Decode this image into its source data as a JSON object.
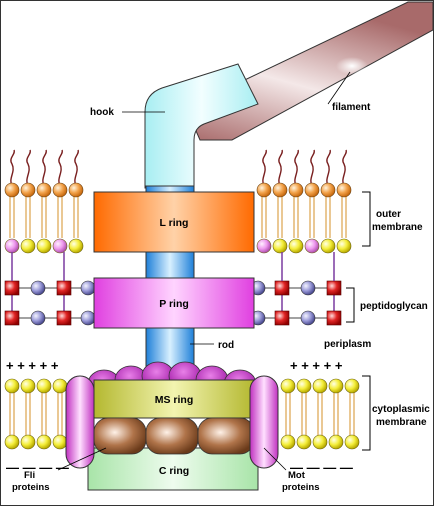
{
  "labels": {
    "hook": "hook",
    "filament": "filament",
    "l_ring": "L ring",
    "p_ring": "P ring",
    "ms_ring": "MS ring",
    "c_ring": "C ring",
    "rod": "rod",
    "outer_membrane_1": "outer",
    "outer_membrane_2": "membrane",
    "peptidoglycan": "peptidoglycan",
    "periplasm": "periplasm",
    "cytoplasmic_membrane_1": "cytoplasmic",
    "cytoplasmic_membrane_2": "membrane",
    "fli_proteins_1": "Fli",
    "fli_proteins_2": "proteins",
    "mot_proteins_1": "Mot",
    "mot_proteins_2": "proteins"
  },
  "charges": {
    "positive": "+ + + + +",
    "negative": "— — — —"
  },
  "colors": {
    "l_ring": "#ff7a1f",
    "p_ring": "#ee66ee",
    "ms_ring": "#c9cc44",
    "c_ring": "#bfe9bf",
    "rod": "#2a8de0",
    "hook": "#bff0f4",
    "filament": "#b3787a",
    "lipid_head_outer": "#f2a24a",
    "lipid_head_inner": "#f2ee3a",
    "lipid_head_pink": "#ee99ee",
    "lps_chain": "#7a2020",
    "peptidoglycan_square": "#dd2020",
    "peptidoglycan_circle": "#9a9ad8",
    "mot_protein": "#cc44cc",
    "c_ring_lobes": "#a8653a"
  }
}
